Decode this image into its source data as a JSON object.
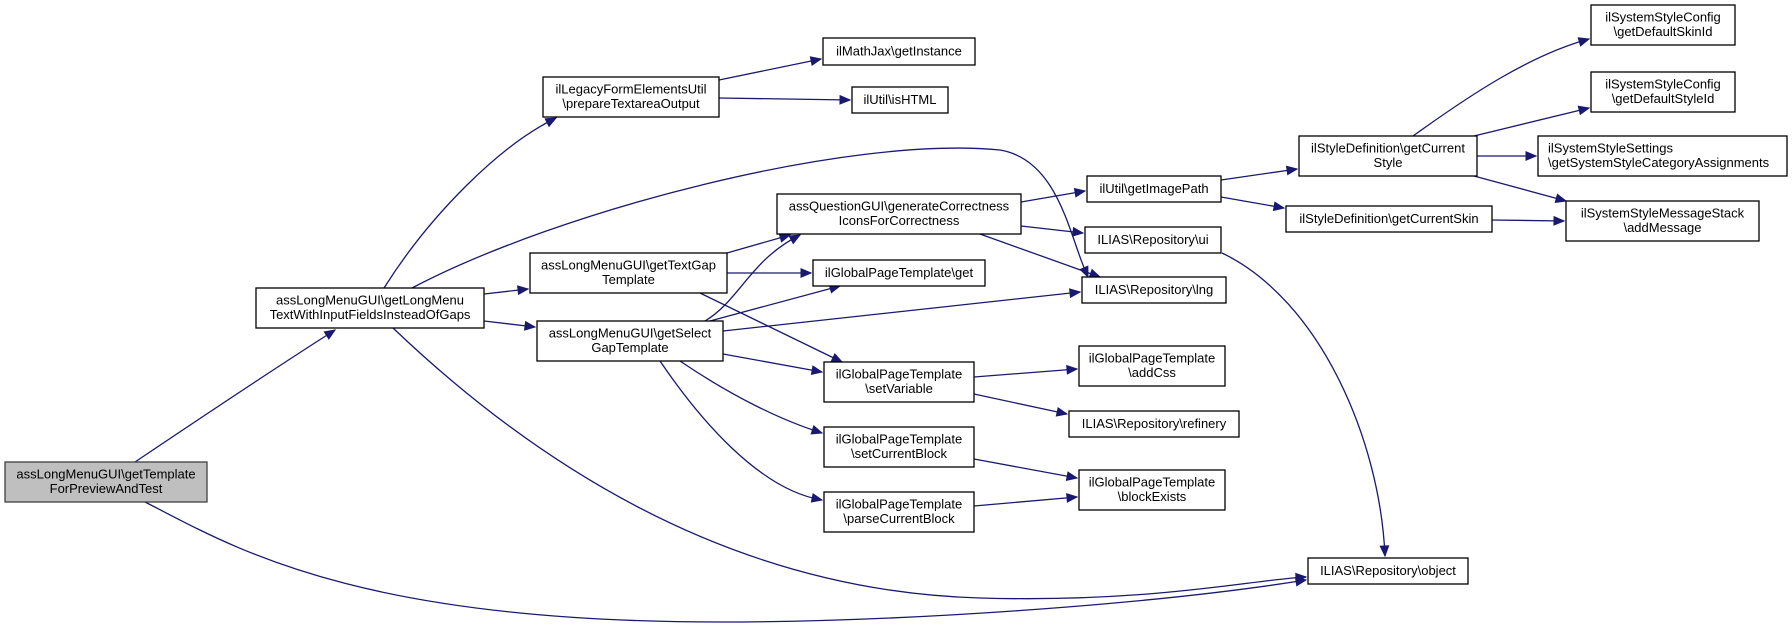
{
  "title": "Call graph: assLongMenuGUI\\getTemplateForPreviewAndTest",
  "colors": {
    "edge": "#191970",
    "root_fill": "#bfbfbf",
    "node_fill": "#ffffff",
    "node_border": "#000000"
  },
  "nodes": [
    {
      "id": "root",
      "lines": [
        "assLongMenuGUI\\getTemplate",
        "ForPreviewAndTest"
      ],
      "root": true
    },
    {
      "id": "getLongMenu",
      "lines": [
        "assLongMenuGUI\\getLongMenu",
        "TextWithInputFieldsInsteadOfGaps"
      ]
    },
    {
      "id": "prepareTextarea",
      "lines": [
        "ilLegacyFormElementsUtil",
        "\\prepareTextareaOutput"
      ]
    },
    {
      "id": "mathjax",
      "lines": [
        "ilMathJax\\getInstance"
      ]
    },
    {
      "id": "isHTML",
      "lines": [
        "ilUtil\\isHTML"
      ]
    },
    {
      "id": "getTextGap",
      "lines": [
        "assLongMenuGUI\\getTextGap",
        "Template"
      ]
    },
    {
      "id": "getSelectGap",
      "lines": [
        "assLongMenuGUI\\getSelect",
        "GapTemplate"
      ]
    },
    {
      "id": "genCorrectness",
      "lines": [
        "assQuestionGUI\\generateCorrectness",
        "IconsForCorrectness"
      ]
    },
    {
      "id": "gptGet",
      "lines": [
        "ilGlobalPageTemplate\\get"
      ]
    },
    {
      "id": "gptSetVariable",
      "lines": [
        "ilGlobalPageTemplate",
        "\\setVariable"
      ]
    },
    {
      "id": "gptSetCurrentBlock",
      "lines": [
        "ilGlobalPageTemplate",
        "\\setCurrentBlock"
      ]
    },
    {
      "id": "gptParseCurrentBlock",
      "lines": [
        "ilGlobalPageTemplate",
        "\\parseCurrentBlock"
      ]
    },
    {
      "id": "getImagePath",
      "lines": [
        "ilUtil\\getImagePath"
      ]
    },
    {
      "id": "repoUi",
      "lines": [
        "ILIAS\\Repository\\ui"
      ]
    },
    {
      "id": "repoLng",
      "lines": [
        "ILIAS\\Repository\\lng"
      ]
    },
    {
      "id": "gptAddCss",
      "lines": [
        "ilGlobalPageTemplate",
        "\\addCss"
      ]
    },
    {
      "id": "repoRefinery",
      "lines": [
        "ILIAS\\Repository\\refinery"
      ]
    },
    {
      "id": "gptBlockExists",
      "lines": [
        "ilGlobalPageTemplate",
        "\\blockExists"
      ]
    },
    {
      "id": "repoObject",
      "lines": [
        "ILIAS\\Repository\\object"
      ]
    },
    {
      "id": "getCurrentStyle",
      "lines": [
        "ilStyleDefinition\\getCurrent",
        "Style"
      ]
    },
    {
      "id": "getCurrentSkin",
      "lines": [
        "ilStyleDefinition\\getCurrentSkin"
      ]
    },
    {
      "id": "defaultSkinId",
      "lines": [
        "ilSystemStyleConfig",
        "\\getDefaultSkinId"
      ]
    },
    {
      "id": "defaultStyleId",
      "lines": [
        "ilSystemStyleConfig",
        "\\getDefaultStyleId"
      ]
    },
    {
      "id": "categoryAssign",
      "lines": [
        "ilSystemStyleSettings",
        "\\getSystemStyleCategoryAssignments"
      ],
      "align": "left"
    },
    {
      "id": "addMessage",
      "lines": [
        "ilSystemStyleMessageStack",
        "\\addMessage"
      ]
    }
  ],
  "edges": [
    [
      "root",
      "getLongMenu"
    ],
    [
      "root",
      "repoObject"
    ],
    [
      "getLongMenu",
      "prepareTextarea"
    ],
    [
      "getLongMenu",
      "repoLng"
    ],
    [
      "getLongMenu",
      "getTextGap"
    ],
    [
      "getLongMenu",
      "getSelectGap"
    ],
    [
      "getLongMenu",
      "repoObject"
    ],
    [
      "prepareTextarea",
      "mathjax"
    ],
    [
      "prepareTextarea",
      "isHTML"
    ],
    [
      "getTextGap",
      "genCorrectness"
    ],
    [
      "getTextGap",
      "gptGet"
    ],
    [
      "getTextGap",
      "gptSetVariable"
    ],
    [
      "getSelectGap",
      "genCorrectness"
    ],
    [
      "getSelectGap",
      "gptGet"
    ],
    [
      "getSelectGap",
      "repoLng"
    ],
    [
      "getSelectGap",
      "gptSetVariable"
    ],
    [
      "getSelectGap",
      "gptSetCurrentBlock"
    ],
    [
      "getSelectGap",
      "gptParseCurrentBlock"
    ],
    [
      "genCorrectness",
      "getImagePath"
    ],
    [
      "genCorrectness",
      "repoUi"
    ],
    [
      "genCorrectness",
      "repoLng"
    ],
    [
      "gptSetVariable",
      "gptAddCss"
    ],
    [
      "gptSetVariable",
      "repoRefinery"
    ],
    [
      "gptSetCurrentBlock",
      "gptBlockExists"
    ],
    [
      "gptParseCurrentBlock",
      "gptBlockExists"
    ],
    [
      "getImagePath",
      "getCurrentStyle"
    ],
    [
      "getImagePath",
      "getCurrentSkin"
    ],
    [
      "repoUi",
      "repoObject"
    ],
    [
      "getCurrentStyle",
      "defaultSkinId"
    ],
    [
      "getCurrentStyle",
      "defaultStyleId"
    ],
    [
      "getCurrentStyle",
      "categoryAssign"
    ],
    [
      "getCurrentStyle",
      "addMessage"
    ],
    [
      "getCurrentSkin",
      "addMessage"
    ]
  ]
}
